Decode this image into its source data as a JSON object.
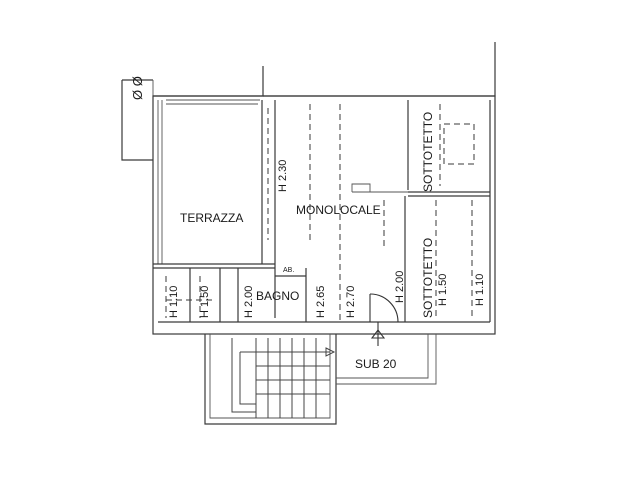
{
  "rooms": {
    "terrazza": "TERRAZZA",
    "monolocale": "MONOLOCALE",
    "bagno": "BAGNO",
    "sottotetto_top": "SOTTOTETTO",
    "sottotetto_bottom": "SOTTOTETTO",
    "ab": "AB.",
    "sub": "SUB 20"
  },
  "heights": {
    "h230": "H 2.30",
    "h270": "H 2.70",
    "h265": "H 2.65",
    "h200_bagno": "H 2.00",
    "h200_center": "H 2.00",
    "h150_left": "H 1.50",
    "h110_left": "H 1.10",
    "h150_right": "H 1.50",
    "h110_right": "H 1.10"
  },
  "symbols": {
    "diameter_marks": "Ø Ø"
  },
  "line_color": "#3a3a3a"
}
